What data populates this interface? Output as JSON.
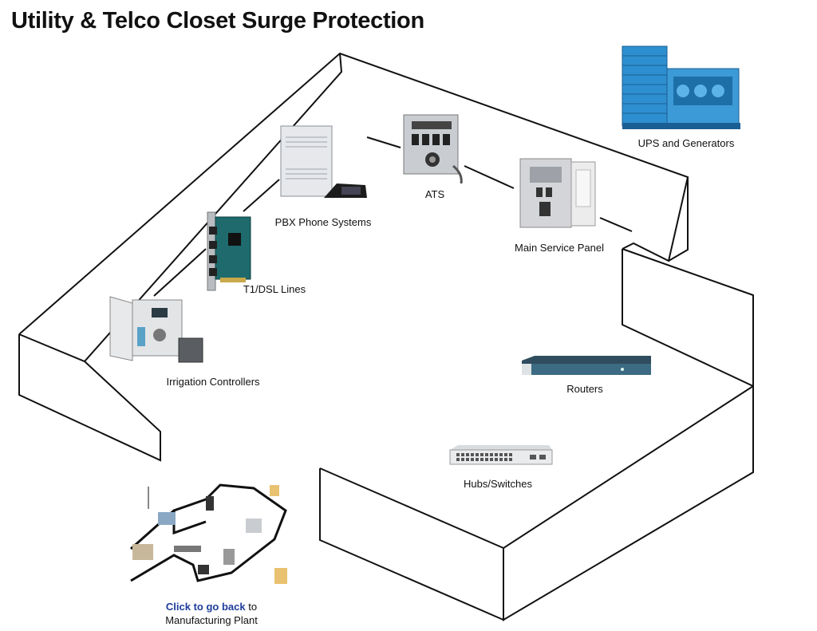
{
  "title": "Utility & Telco Closet Surge Protection",
  "devices": {
    "ups": "UPS and Generators",
    "ats": "ATS",
    "pbx": "PBX Phone Systems",
    "t1": "T1/DSL Lines",
    "irrigation": "Irrigation Controllers",
    "panel": "Main Service Panel",
    "routers": "Routers",
    "hubs": "Hubs/Switches"
  },
  "back_link": {
    "link_text": "Click to go back",
    "suffix": " to",
    "line2": "Manufacturing Plant"
  },
  "colors": {
    "link": "#1f3d9a",
    "ups_blue": "#2e8fd0",
    "device_gray": "#c9cdd2"
  }
}
